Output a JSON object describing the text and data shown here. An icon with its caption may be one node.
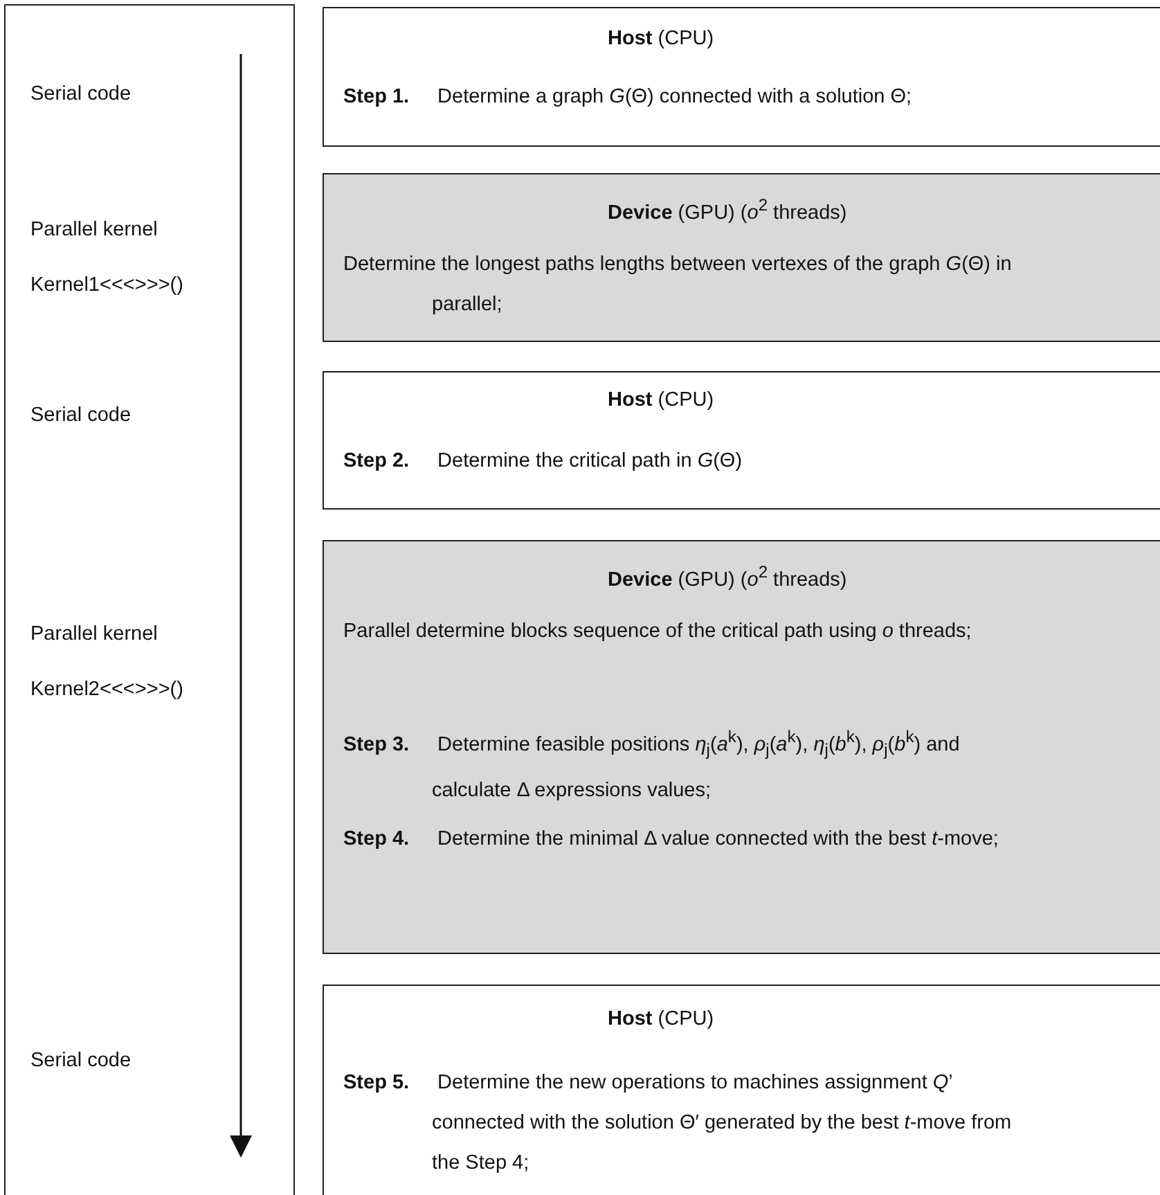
{
  "diagram": {
    "nodes": [
      {
        "text": [
          "Serial code",
          "Parallel kernel",
          "Kernel1<<<>>>()",
          "Serial code",
          "Parallel kernel",
          "Kernel2<<<>>>()",
          "Serial code"
        ]
      },
      {
        "text": [
          "**Host** (CPU)",
          "**Step 1.** Determine a graph *G*(Θ) connected with a solution Θ;"
        ]
      },
      {
        "text": [
          "**Device** (GPU) (*o*$^{2}$ threads)",
          "Determine the longest paths lengths between vertexes of the graph *G*(Θ) in parallel;"
        ]
      },
      {
        "text": [
          "**Host** (CPU)",
          "**Step 2.** Determine the critical path in *G*(Θ)"
        ]
      },
      {
        "text": [
          "**Device** (GPU) (*o*$^{2}$ threads)",
          "Parallel determine blocks sequence of the critical path using *o* threads;",
          "**Step 3.** Determine feasible positions *η*$_{j}$(*a*$^{k}$), *ρ*$_{j}$(*a*$^{k}$), *η*$_{j}$(*b*$^{k}$), *ρ*$_{j}$(*b*$^{k}$) and calculate Δ expressions values;",
          "**Step 4.** Determine the minimal Δ value connected with the best *t*-move;"
        ]
      },
      {
        "text": [
          "**Host** (CPU)",
          "**Step 5.** Determine the new operations to machines assignment *Q*’ connected with the solution Θ′ generated by the best *t*-move from the Step 4;"
        ]
      }
    ],
    "edges": []
  }
}
